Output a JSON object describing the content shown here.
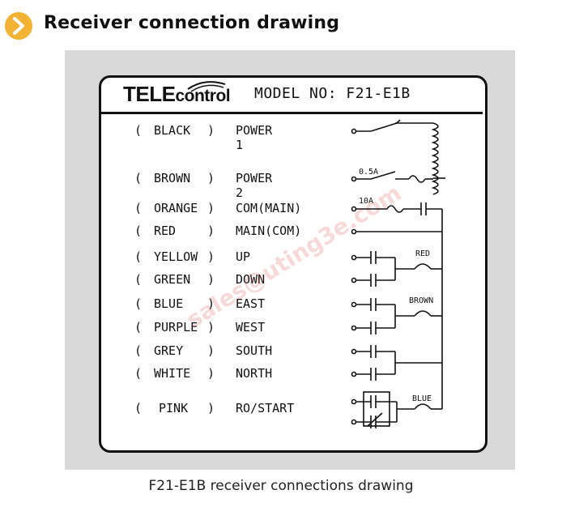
{
  "header": {
    "title": "Receiver connection drawing",
    "icon": "chevron-right-icon",
    "icon_color": "#f2b233"
  },
  "brand": {
    "name_bold": "TELE",
    "name_small": "control"
  },
  "model": {
    "label": "MODEL NO: F21-E1B"
  },
  "rows": [
    {
      "wire": "BLACK",
      "function": "POWER 1"
    },
    {
      "wire": "BROWN",
      "function": "POWER 2"
    },
    {
      "wire": "ORANGE",
      "function": "COM(MAIN)"
    },
    {
      "wire": "RED",
      "function": "MAIN(COM)"
    },
    {
      "wire": "YELLOW",
      "function": "UP"
    },
    {
      "wire": "GREEN",
      "function": "DOWN"
    },
    {
      "wire": "BLUE",
      "function": "EAST"
    },
    {
      "wire": "PURPLE",
      "function": "WEST"
    },
    {
      "wire": "GREY",
      "function": "SOUTH"
    },
    {
      "wire": "WHITE",
      "function": "NORTH"
    },
    {
      "wire": "PINK",
      "function": "RO/START"
    }
  ],
  "paren_open": "(",
  "paren_close": ")",
  "schematic": {
    "fuse1": "0.5A",
    "fuse2": "10A",
    "link1": "RED",
    "link2": "BROWN",
    "link3": "BLUE"
  },
  "watermark": "sales@uting3e.com",
  "caption": "F21-E1B receiver connections drawing"
}
